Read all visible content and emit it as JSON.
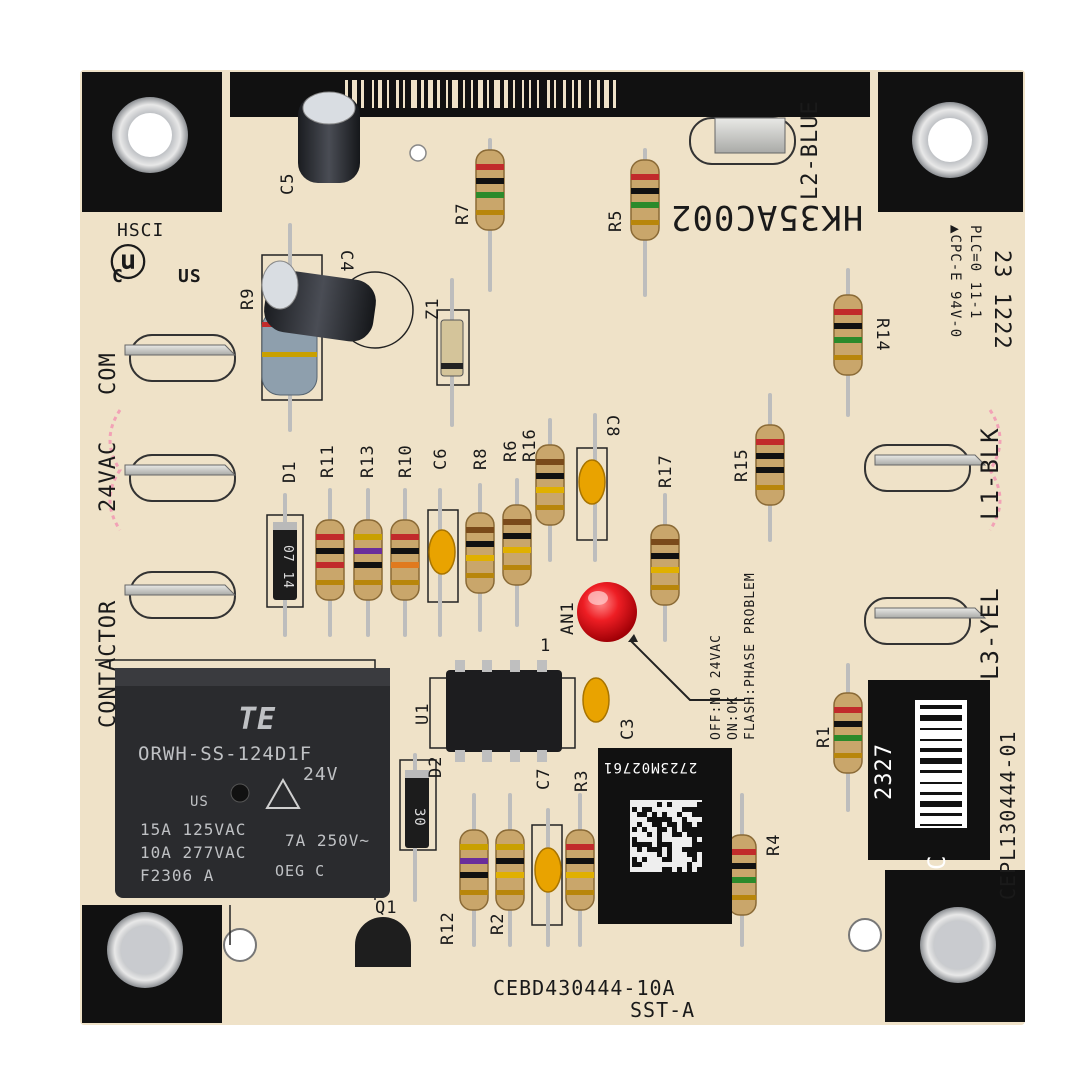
{
  "board": {
    "model_rotated": "HK35AC002",
    "part_number": "CEBD430444-10A",
    "variant": "SST-A",
    "assembly_label": "CEPL130444-01",
    "sticker_code": "2327",
    "sticker_letter": "C",
    "date_code": "23 1222",
    "cert_mark": "HSCI",
    "cert_c": "C",
    "cert_us": "US",
    "pcb_spec_1": "▲CPC-E  94V-0",
    "pcb_spec_2": "PLC=0 11-1",
    "chip_sticker_code": "2723M02761"
  },
  "terminals": {
    "com": "COM",
    "vac24": "24VAC",
    "contactor": "CONTACTOR",
    "l2": "L2-BLUE",
    "l1": "L1-BLK",
    "l3": "L3-YEL"
  },
  "refdes": {
    "c5": "C5",
    "c4": "C4",
    "r9": "R9",
    "r7": "R7",
    "r5": "R5",
    "z1": "Z1",
    "r14": "R14",
    "d1": "D1",
    "r11": "R11",
    "r13": "R13",
    "r10": "R10",
    "c6": "C6",
    "r8": "R8",
    "r6": "R6",
    "r16": "R16",
    "c8": "C8",
    "r17": "R17",
    "r15": "R15",
    "an1": "AN1",
    "u1": "U1",
    "pin1": "1",
    "c3": "C3",
    "d2": "D2",
    "c7": "C7",
    "r3": "R3",
    "r4": "R4",
    "r1": "R1",
    "r12": "R12",
    "r2": "R2",
    "q1": "Q1"
  },
  "led_legend": {
    "line1": "OFF:NO 24VAC",
    "line2": "ON:OK",
    "line3": "FLASH:PHASE PROBLEM"
  },
  "relay": {
    "brand": "TE",
    "model": "ORWH-SS-124D1F",
    "coil": "24V",
    "rating1": "15A 125VAC",
    "rating2": "10A 277VAC",
    "rating3": "7A 250V~",
    "lot": "F2306 A",
    "cert": "OEG  C",
    "cert_us": "US"
  },
  "diode_marks": {
    "d1": "07 14",
    "d2": "30"
  },
  "colors": {
    "pcb": "#efe2c8",
    "mask_black": "#111111",
    "resistor_body": "#c9a66b",
    "cap_yellow": "#e9a300",
    "led_red": "#e8141c",
    "relay_body": "#2a2b2e"
  }
}
